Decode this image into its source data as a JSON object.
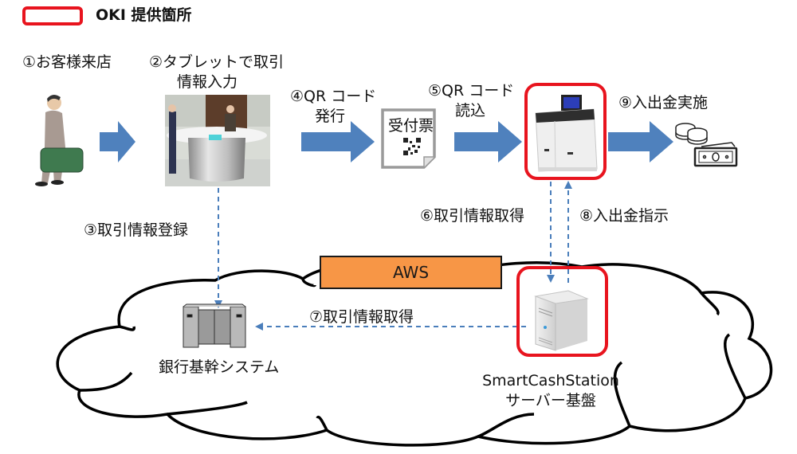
{
  "legend": {
    "label": "OKI 提供箇所",
    "box_color": "#e8141e"
  },
  "steps": {
    "s1": "①お客様来店",
    "s2_line1": "②タブレットで取引",
    "s2_line2": "情報入力",
    "s3": "③取引情報登録",
    "s4_line1": "④QR コード",
    "s4_line2": "発行",
    "s5_line1": "⑤QR コード",
    "s5_line2": "読込",
    "s6": "⑥取引情報取得",
    "s7": "⑦取引情報取得",
    "s8": "⑧入出金指示",
    "s9": "⑨入出金実施"
  },
  "ticket": {
    "label": "受付票"
  },
  "cloud": {
    "label": "AWS",
    "fill": "#f79646"
  },
  "nodes": {
    "core_system": "銀行基幹システム",
    "server_line1": "SmartCashStation",
    "server_line2": "サーバー基盤"
  },
  "colors": {
    "arrow": "#4f81bd",
    "dashed": "#4a7ebb",
    "highlight": "#e8141e"
  }
}
